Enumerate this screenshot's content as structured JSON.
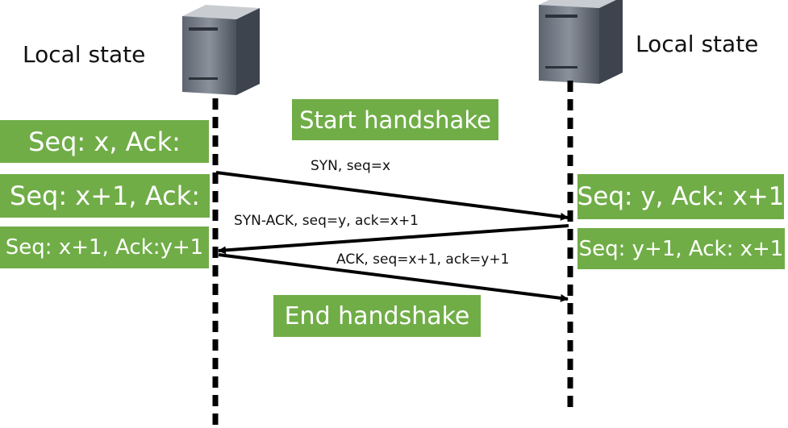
{
  "left_host": {
    "title": "Local state",
    "states": [
      "Seq: x, Ack:",
      "Seq: x+1, Ack:",
      "Seq: x+1, Ack:y+1"
    ]
  },
  "right_host": {
    "title": "Local state",
    "states": [
      "Seq: y, Ack: x+1",
      "Seq: y+1, Ack: x+1"
    ]
  },
  "banners": {
    "start": "Start handshake",
    "end": "End handshake"
  },
  "messages": {
    "syn": "SYN, seq=x",
    "syn_ack": "SYN-ACK, seq=y, ack=x+1",
    "ack": "ACK, seq=x+1, ack=y+1"
  },
  "colors": {
    "state_box": "#70ad47",
    "line": "#000000"
  },
  "icons": {
    "left": "server-icon",
    "right": "server-icon"
  }
}
